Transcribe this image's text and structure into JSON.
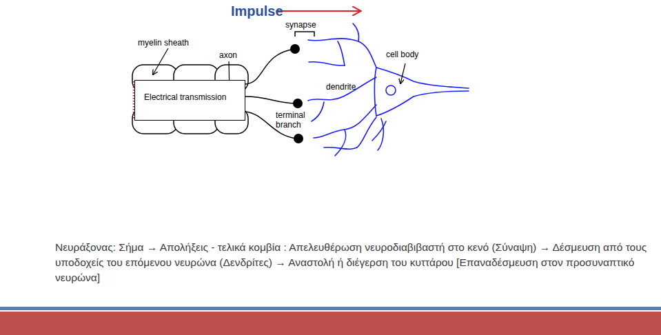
{
  "diagram": {
    "caption": "Νευράξονας: Σήμα → Απολήξεις - τελικά κομβία : Απελευθέρωση νευροδιαβιβαστή στο κενό (Σύναψη) → Δέσμευση από τους υποδοχείς του επόμενου νευρώνα (Δενδρίτες) → Αναστολή ή διέγερση του κυττάρου [Επαναδέσμευση στον προσυναπτικό νευρώνα]",
    "nodes": [
      {
        "text": [
          "Electrical transmission"
        ]
      }
    ],
    "labels": [
      "Impulse",
      "myelin sheath",
      "axon",
      "synapse",
      "terminal branch",
      "dendrite",
      "cell body"
    ]
  }
}
